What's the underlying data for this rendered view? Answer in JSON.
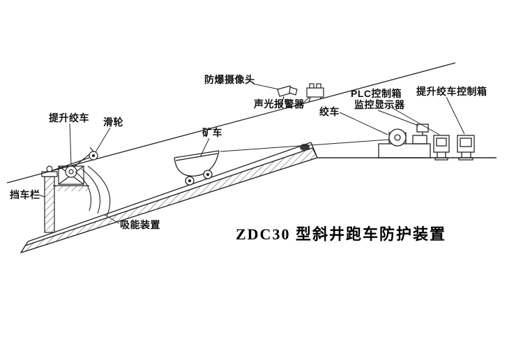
{
  "title": "ZDC30 型斜井跑车防护装置",
  "labels": {
    "camera": "防爆摄像头",
    "alarm": "声光报警器",
    "plc_box": "PLC控制箱",
    "monitor": "监控显示器",
    "hoist_control_box": "提升绞车控制箱",
    "winch": "绞车",
    "hoist_winch": "提升绞车",
    "pulley": "滑轮",
    "mine_car": "矿车",
    "barrier": "挡车栏",
    "absorber": "吸能装置"
  },
  "colors": {
    "ink": "#1a1a1a",
    "background": "#ffffff"
  }
}
